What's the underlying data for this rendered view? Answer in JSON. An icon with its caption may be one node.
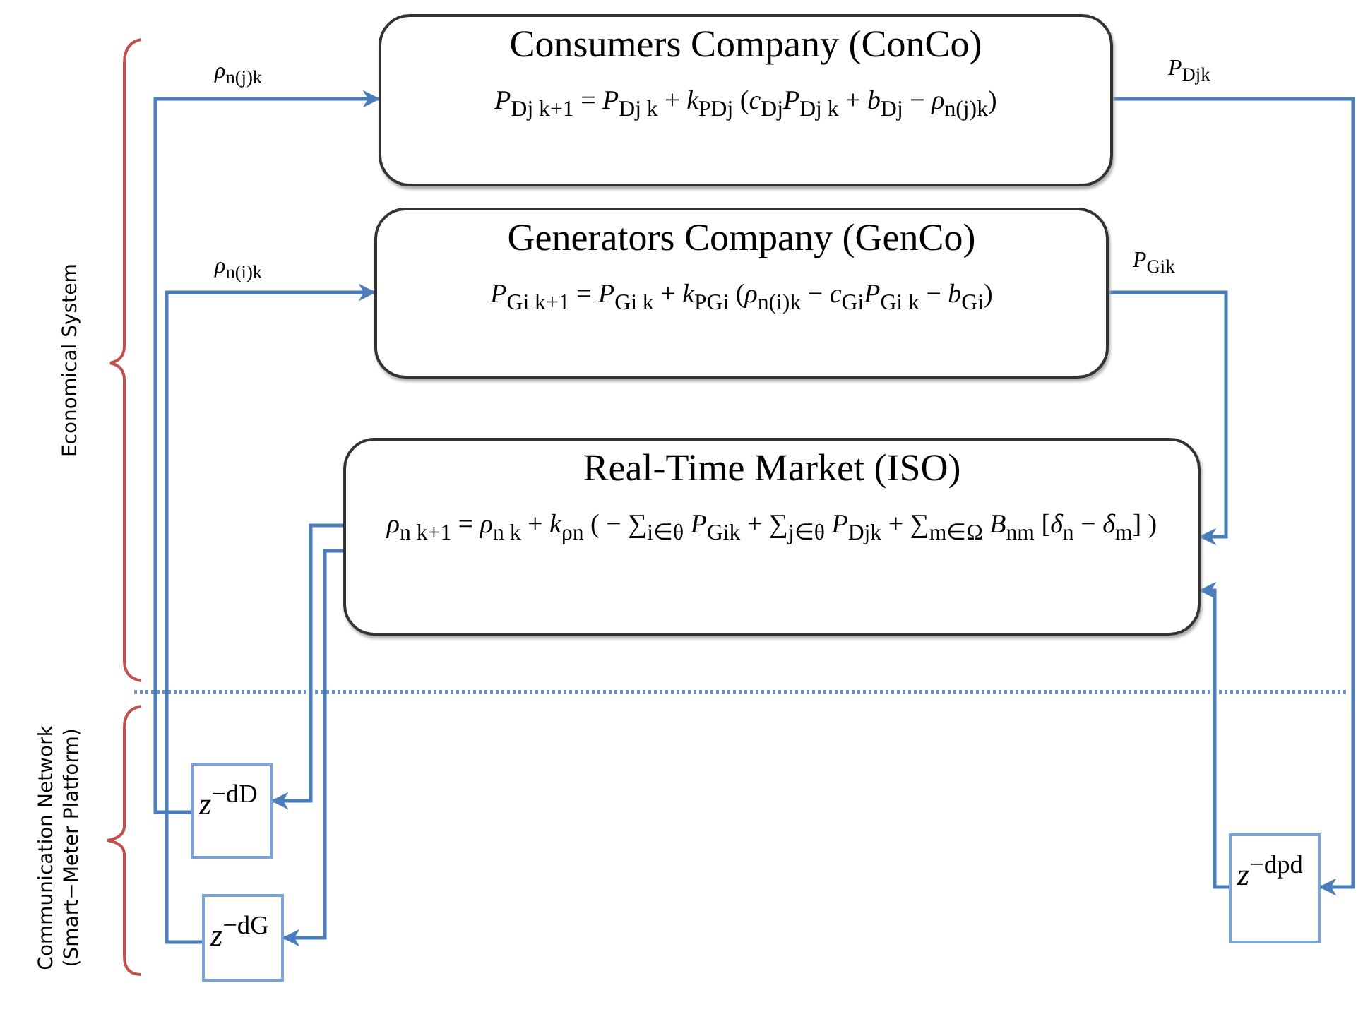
{
  "diagram": {
    "nodes": [
      {
        "text": [
          "Consumers Company (ConCo)",
          "*P*$_{Dj k+1}$ = *P*$_{Dj k}$ + *k*$_{PDj}$ (*c*$_{Dj}$*P*$_{Dj k}$ + *b*$_{Dj}$ − *ρ*$_{n(j)k}$)"
        ]
      },
      {
        "text": [
          "Generators Company (GenCo)",
          "*P*$_{Gi k+1}$ = *P*$_{Gi k}$ + *k*$_{PGi}$ (*ρ*$_{n(i)k}$ − *c*$_{Gi}$*P*$_{Gi k}$ − *b*$_{Gi}$)"
        ]
      },
      {
        "text": [
          "Real-Time Market (ISO)",
          "*ρ*$_{n k+1}$ = *ρ*$_{n k}$ + *k*$_{ρn}$ ( − ∑$_{i∈θ}$ *P*$_{Gik}$ + ∑$_{j∈θ}$ *P*$_{Djk}$ + ∑$_{m∈Ω}$ *B*$_{nm}$ [*δ*$_{n}$ − *δ*$_{m}$] )"
        ]
      },
      {
        "text": [
          "*z*$^{−dD}$"
        ]
      },
      {
        "text": [
          "*z*$^{−dG}$"
        ]
      },
      {
        "text": [
          "*z*$^{−dpd}$"
        ]
      }
    ],
    "edges": [
      {
        "from": 3,
        "to": 0,
        "arrow": "to",
        "label": "*ρ*$_{n(j)k}$"
      },
      {
        "from": 4,
        "to": 1,
        "arrow": "to",
        "label": "*ρ*$_{n(i)k}$"
      },
      {
        "from": 2,
        "to": 3,
        "arrow": "to"
      },
      {
        "from": 2,
        "to": 4,
        "arrow": "to"
      },
      {
        "from": 1,
        "to": 2,
        "arrow": "to",
        "label": "*P*$_{Gik}$"
      },
      {
        "from": 0,
        "to": 5,
        "arrow": "to",
        "label": "*P*$_{Djk}$"
      },
      {
        "from": 5,
        "to": 2,
        "arrow": "to"
      }
    ],
    "labels": [
      "Economical System",
      "Communication Network (Smart−Meter Platform)"
    ]
  }
}
